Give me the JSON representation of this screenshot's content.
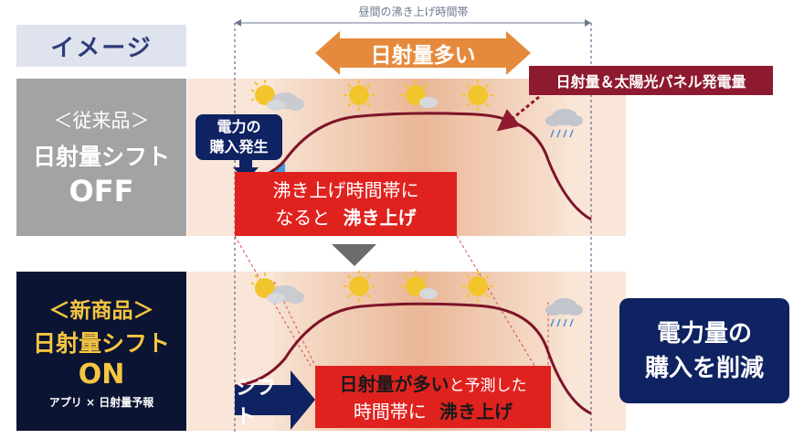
{
  "title": "イメージ",
  "time_band_label": "昼間の沸き上げ時間帯",
  "high_irradiance": "日射量多い",
  "curve_label": "日射量＆太陽光パネル発電量",
  "old": {
    "line1": "＜従来品＞",
    "line2": "日射量シフト",
    "line3": "OFF"
  },
  "new": {
    "line1": "＜新商品＞",
    "line2": "日射量シフト",
    "line3": "ON",
    "line4": "アプリ × 日射量予報"
  },
  "purchase": {
    "line1": "電力の",
    "line2": "購入発生"
  },
  "old_boil": {
    "line1": "沸き上げ時間帯に",
    "line2a": "なると",
    "line2b": "沸き上げ"
  },
  "new_boil": {
    "line1a": "日射量が多い",
    "line1b": "と予測した",
    "line2a": "時間帯に",
    "line2b": "沸き上げ"
  },
  "shift": "シフト",
  "reduce": {
    "line1": "電力量の",
    "line2": "購入を削減"
  },
  "colors": {
    "navy": "#0f2262",
    "red": "#e0221f",
    "maroon": "#8e1a2f",
    "orange": "#e58a3c",
    "curve": "#7d1429"
  },
  "icons": [
    "sun-cloud-icon",
    "sun-icon",
    "sun-icon",
    "sun-icon",
    "sun-icon",
    "rain-cloud-icon"
  ]
}
